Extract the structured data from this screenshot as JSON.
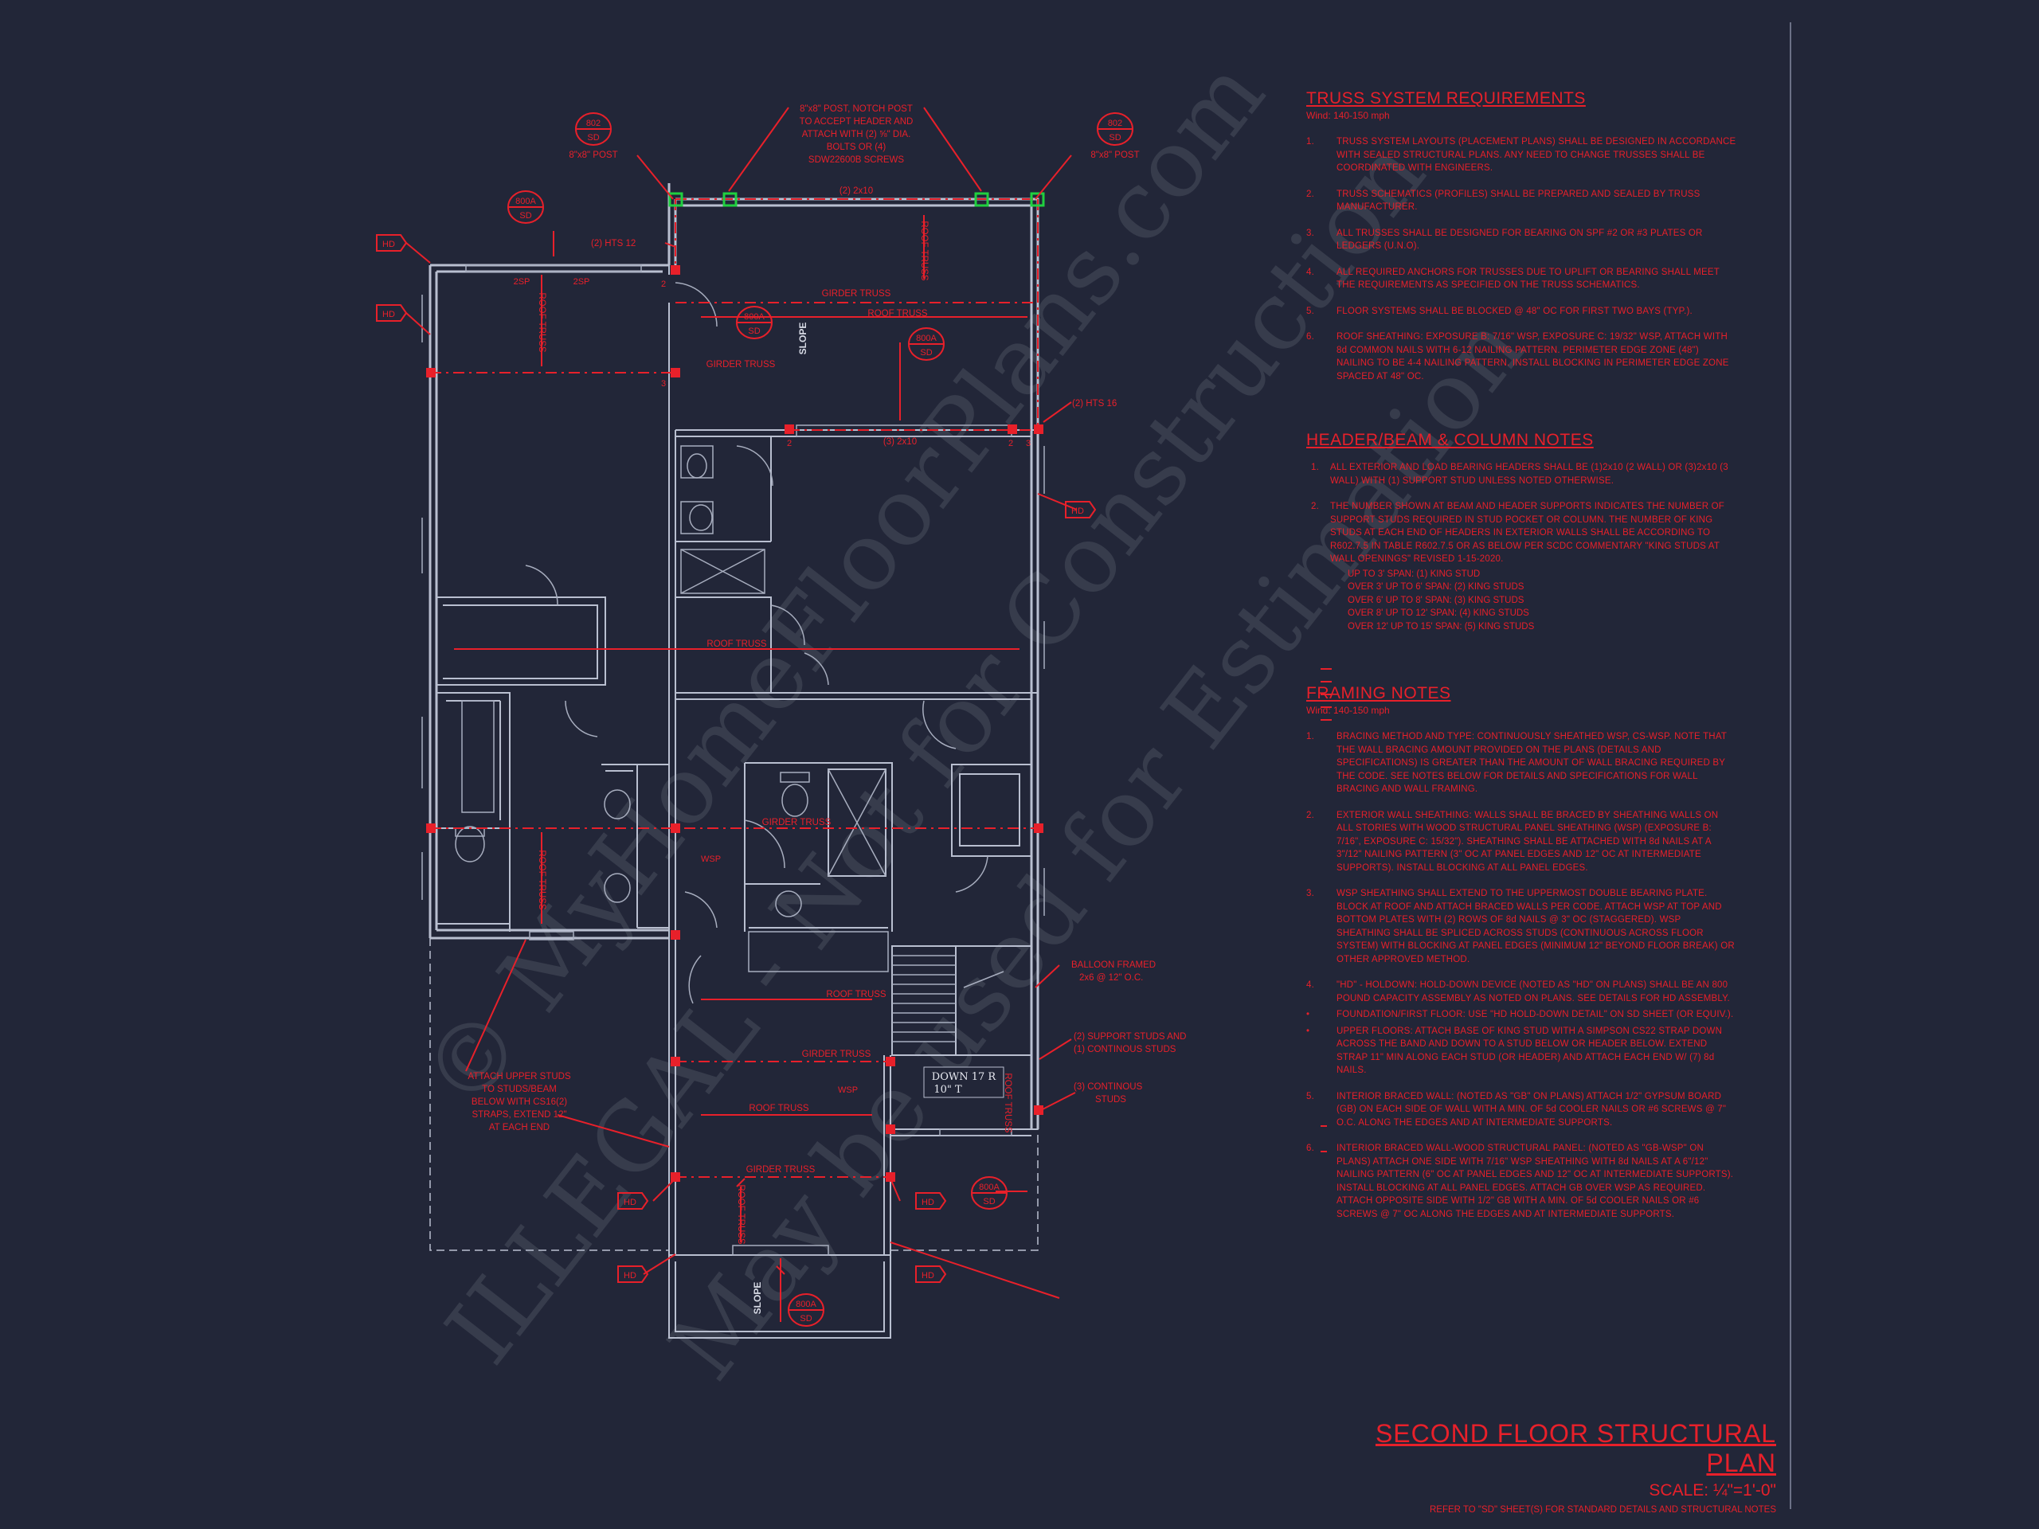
{
  "plan": {
    "labels": {
      "post_note_1": "8\"x8\" POST, NOTCH POST",
      "post_note_2": "TO ACCEPT HEADER AND",
      "post_note_3": "ATTACH WITH (2) ⅝\" DIA.",
      "post_note_4": "BOLTS OR (4)",
      "post_note_5": "SDW22600B SCREWS",
      "post_left": "8\"x8\" POST",
      "post_right": "8\"x8\" POST",
      "header_top": "(2) 2x10",
      "header_mid": "(3) 2x10",
      "hts_left": "(2) HTS 12",
      "hts_right": "(2) HTS 16",
      "girder_truss": "GIRDER TRUSS",
      "roof_truss": "ROOF TRUSS",
      "slope": "SLOPE",
      "hd": "HD",
      "detail_a_top": "800A",
      "detail_a_bot": "SD",
      "detail_b_top": "802",
      "detail_b_bot": "SD",
      "hdr_2sp": "2SP",
      "bal_frame_1": "BALLOON FRAMED",
      "bal_frame_2": "2x6 @ 12\" O.C.",
      "support_studs_1": "(2) SUPPORT STUDS AND",
      "support_studs_2": "(1) CONTINOUS STUDS",
      "cont_studs_1": "(3) CONTINOUS",
      "cont_studs_2": "STUDS",
      "attach_1": "ATTACH UPPER STUDS",
      "attach_2": "TO STUDS/BEAM",
      "attach_3": "BELOW WITH CS16(2)",
      "attach_4": "STRAPS, EXTEND 12\"",
      "attach_5": "AT EACH END",
      "down_1": "DOWN 17 R",
      "down_2": "10\" T",
      "wsp": "WSP",
      "num2": "2",
      "num3": "3"
    }
  },
  "watermarks": {
    "w1": "© MyHomeFloorPlans.com",
    "w2": "ILLEGAL - Not for Construction",
    "w3": "May be used for Estimation"
  },
  "notes": {
    "truss": {
      "title": "TRUSS SYSTEM REQUIREMENTS",
      "sub": "Wind: 140-150 mph",
      "items": [
        {
          "n": "1.",
          "t": "TRUSS SYSTEM LAYOUTS (PLACEMENT PLANS) SHALL BE DESIGNED IN ACCORDANCE WITH SEALED STRUCTURAL PLANS. ANY NEED TO CHANGE TRUSSES SHALL BE COORDINATED WITH ENGINEERS."
        },
        {
          "n": "2.",
          "t": "TRUSS SCHEMATICS (PROFILES) SHALL BE PREPARED AND SEALED BY TRUSS MANUFACTURER."
        },
        {
          "n": "3.",
          "t": "ALL TRUSSES SHALL BE DESIGNED FOR BEARING ON SPF #2 OR #3 PLATES OR LEDGERS (U.N.O)."
        },
        {
          "n": "4.",
          "t": "ALL REQUIRED ANCHORS FOR TRUSSES DUE TO UPLIFT OR BEARING SHALL MEET THE REQUIREMENTS AS SPECIFIED ON THE TRUSS SCHEMATICS."
        },
        {
          "n": "5.",
          "t": "FLOOR SYSTEMS SHALL BE BLOCKED @ 48\" OC FOR FIRST TWO BAYS (TYP.)."
        },
        {
          "n": "6.",
          "t": "ROOF SHEATHING: EXPOSURE B: 7/16\" WSP, EXPOSURE C: 19/32\" WSP, ATTACH WITH 8d COMMON NAILS WITH 6-12 NAILING PATTERN. PERIMETER EDGE ZONE (48\") NAILING TO BE 4-4 NAILING PATTERN. INSTALL BLOCKING IN PERIMETER EDGE ZONE SPACED AT 48\" OC."
        }
      ]
    },
    "header": {
      "title": "HEADER/BEAM & COLUMN NOTES",
      "items": [
        {
          "n": "1.",
          "t": "ALL EXTERIOR AND LOAD BEARING HEADERS SHALL BE (1)2x10 (2 WALL) OR (3)2x10 (3 WALL) WITH (1) SUPPORT STUD UNLESS NOTED OTHERWISE."
        },
        {
          "n": "2.",
          "t": "THE NUMBER SHOWN AT BEAM AND HEADER SUPPORTS INDICATES THE NUMBER OF SUPPORT STUDS REQUIRED IN STUD POCKET OR COLUMN. THE NUMBER OF KING STUDS AT EACH END OF HEADERS IN EXTERIOR WALLS SHALL BE ACCORDING TO R602.7.5 IN TABLE R602.7.5 OR AS BELOW PER SCDC COMMENTARY \"KING STUDS AT WALL OPENINGS\" REVISED 1-15-2020."
        }
      ],
      "bullets": [
        "UP TO 3' SPAN: (1) KING STUD",
        "OVER 3' UP TO 6' SPAN: (2) KING STUDS",
        "OVER 6' UP TO 8' SPAN: (3) KING STUDS",
        "OVER 8' UP TO 12' SPAN: (4) KING STUDS",
        "OVER 12' UP TO 15' SPAN: (5) KING STUDS"
      ]
    },
    "framing": {
      "title": "FRAMING NOTES",
      "sub": "Wind: 140-150 mph",
      "items": [
        {
          "n": "1.",
          "t": "BRACING METHOD AND TYPE: CONTINUOUSLY SHEATHED WSP, CS-WSP. NOTE THAT THE WALL BRACING AMOUNT PROVIDED ON THE PLANS (DETAILS AND SPECIFICATIONS) IS GREATER THAN THE AMOUNT OF WALL BRACING REQUIRED BY THE CODE. SEE NOTES BELOW FOR DETAILS AND SPECIFICATIONS FOR WALL BRACING AND WALL FRAMING."
        },
        {
          "n": "2.",
          "t": "EXTERIOR WALL SHEATHING: WALLS SHALL BE BRACED BY SHEATHING WALLS ON ALL STORIES WITH WOOD STRUCTURAL PANEL SHEATHING (WSP) (EXPOSURE B: 7/16\", EXPOSURE C: 15/32\"). SHEATHING SHALL BE ATTACHED WITH 8d NAILS AT A 3\"/12\" NAILING PATTERN (3\" OC AT PANEL EDGES AND 12\" OC AT INTERMEDIATE SUPPORTS). INSTALL BLOCKING AT ALL PANEL EDGES."
        },
        {
          "n": "3.",
          "t": "WSP SHEATHING SHALL EXTEND TO THE UPPERMOST DOUBLE BEARING PLATE. BLOCK AT ROOF AND ATTACH BRACED WALLS PER CODE. ATTACH WSP AT TOP AND BOTTOM PLATES WITH (2) ROWS OF 8d NAILS @ 3\" OC (STAGGERED). WSP SHEATHING SHALL BE SPLICED ACROSS STUDS (CONTINUOUS ACROSS FLOOR SYSTEM) WITH BLOCKING AT PANEL EDGES (MINIMUM 12\" BEYOND FLOOR BREAK) OR OTHER APPROVED METHOD."
        },
        {
          "n": "4.",
          "t": "\"HD\" - HOLDOWN: HOLD-DOWN DEVICE (NOTED AS \"HD\" ON PLANS) SHALL BE AN 800 POUND CAPACITY ASSEMBLY AS NOTED ON PLANS. SEE DETAILS FOR HD ASSEMBLY."
        }
      ],
      "sub_items": [
        {
          "b": "•",
          "t": "FOUNDATION/FIRST FLOOR: USE \"HD HOLD-DOWN DETAIL\" ON SD SHEET (OR EQUIV.)."
        },
        {
          "b": "•",
          "t": "UPPER FLOORS: ATTACH BASE OF KING STUD WITH A SIMPSON CS22 STRAP DOWN ACROSS THE BAND AND DOWN TO A STUD BELOW OR HEADER BELOW. EXTEND STRAP 11\" MIN ALONG EACH STUD (OR HEADER) AND ATTACH EACH END W/ (7) 8d NAILS."
        }
      ],
      "items2": [
        {
          "n": "5.",
          "t": "INTERIOR BRACED WALL: (NOTED AS \"GB\" ON PLANS) ATTACH 1/2\" GYPSUM BOARD (GB) ON EACH SIDE OF WALL WITH A MIN. OF 5d COOLER NAILS OR #6 SCREWS @ 7\" O.C. ALONG THE EDGES AND AT INTERMEDIATE SUPPORTS."
        },
        {
          "n": "6.",
          "t": "INTERIOR BRACED WALL-WOOD STRUCTURAL PANEL: (NOTED AS \"GB-WSP\" ON PLANS) ATTACH ONE SIDE WITH 7/16\" WSP SHEATHING WITH 8d NAILS AT A 6\"/12\" NAILING PATTERN (6\" OC AT PANEL EDGES AND 12\" OC AT INTERMEDIATE SUPPORTS). INSTALL BLOCKING AT ALL PANEL EDGES. ATTACH GB OVER WSP AS REQUIRED. ATTACH OPPOSITE SIDE WITH 1/2\" GB WITH A MIN. OF 5d COOLER NAILS OR #6 SCREWS @ 7\" OC ALONG THE EDGES AND AT INTERMEDIATE SUPPORTS."
        }
      ]
    }
  },
  "title_block": {
    "title": "SECOND FLOOR STRUCTURAL PLAN",
    "scale": "SCALE: ¼\"=1'-0\"",
    "refer": "REFER TO \"SD\" SHEET(S) FOR STANDARD DETAILS AND STRUCTURAL NOTES"
  },
  "colors": {
    "background": "#222638",
    "linework": "#b9bfd0",
    "annotation_red": "#e8202a",
    "post_green": "#20d040"
  }
}
